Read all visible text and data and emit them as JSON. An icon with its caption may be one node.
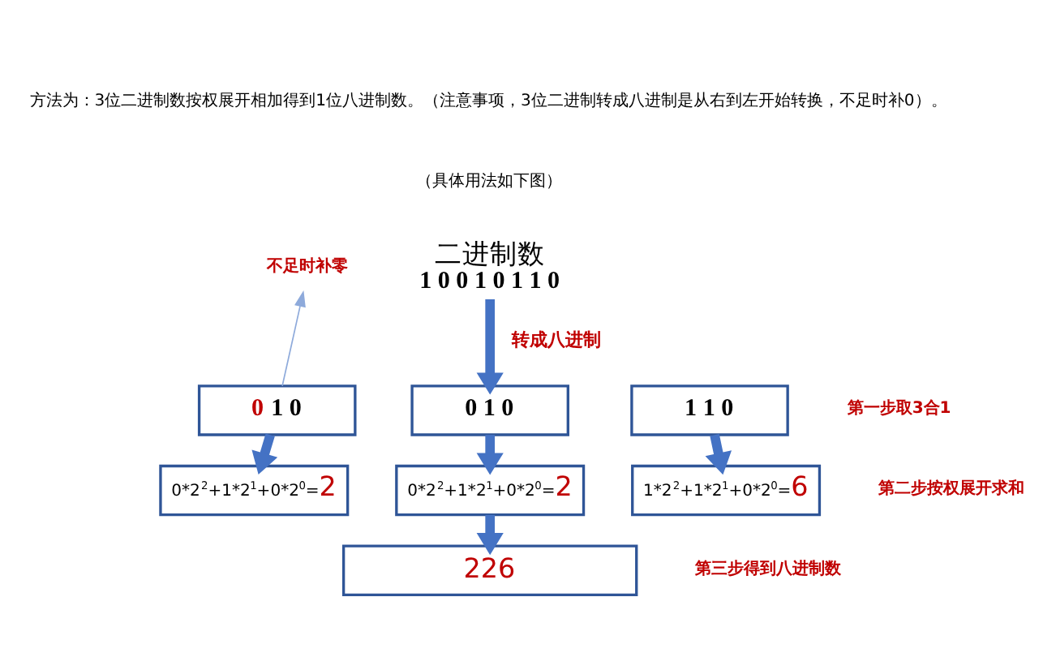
{
  "diagram": {
    "nodes": [
      {
        "text": [
          "二进制数",
          "1 0 0 1 0 1 1 0"
        ]
      },
      {
        "text": [
          "不足时补零"
        ]
      },
      {
        "text": [
          "0 1 0"
        ]
      },
      {
        "text": [
          "0 1 0"
        ]
      },
      {
        "text": [
          "1 1 0"
        ]
      },
      {
        "text": [
          "0*2$^{2}$+1*2$^{1}$+0*2$^{0}$=2"
        ]
      },
      {
        "text": [
          "0*2$^{2}$+1*2$^{1}$+0*2$^{0}$=2"
        ]
      },
      {
        "text": [
          "1*2$^{2}$+1*2$^{1}$+0*2$^{0}$=6"
        ]
      },
      {
        "text": [
          "226"
        ]
      }
    ],
    "edges": [
      {
        "from": 0,
        "to": 3,
        "arrow": "to",
        "label": "转成八进制"
      },
      {
        "from": 2,
        "to": 1,
        "arrow": "to",
        "color": "#8eaadb"
      },
      {
        "from": 2,
        "to": 5,
        "arrow": "to"
      },
      {
        "from": 3,
        "to": 6,
        "arrow": "to"
      },
      {
        "from": 4,
        "to": 7,
        "arrow": "to"
      },
      {
        "from": 6,
        "to": 8,
        "arrow": "to"
      }
    ],
    "labels": [
      "方法为：3位二进制数按权展开相加得到1位八进制数。（注意事项，3位二进制转成八进制是从右到左开始转换，不足时补0）。",
      "（具体用法如下图）",
      "第一步取3合1",
      "第二步按权展开求和",
      "第三步得到八进制数"
    ]
  }
}
